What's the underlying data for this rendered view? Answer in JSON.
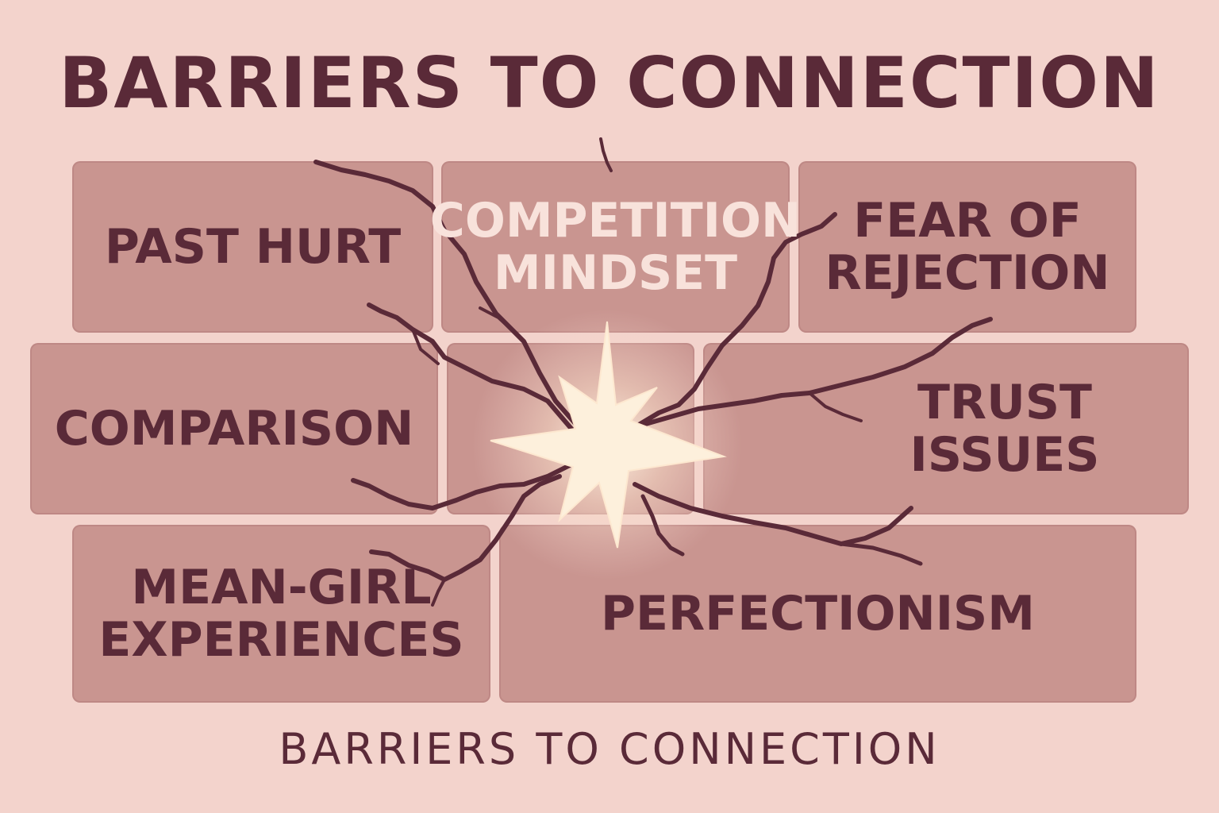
{
  "title": "BARRIERS TO CONNECTION",
  "footer": "BARRIERS TO CONNECTION",
  "colors": {
    "background": "#f3d3cc",
    "brick": "#c99590",
    "text": "#5a2a38",
    "highlight_text": "#f8e2db",
    "burst": "#fdf3e3",
    "crack": "#5a2a38"
  },
  "bricks": [
    {
      "id": "past-hurt",
      "label": "PAST HURT"
    },
    {
      "id": "competition-mindset",
      "label": "COMPETITION\nMINDSET"
    },
    {
      "id": "fear-of-rejection",
      "label": "FEAR OF\nREJECTION"
    },
    {
      "id": "comparison",
      "label": "COMPARISON"
    },
    {
      "id": "trust-issues",
      "label": "TRUST\nISSUES"
    },
    {
      "id": "mean-girl-experiences",
      "label": "MEAN-GIRL\nEXPERIENCES"
    },
    {
      "id": "perfectionism",
      "label": "PERFECTIONISM"
    }
  ]
}
